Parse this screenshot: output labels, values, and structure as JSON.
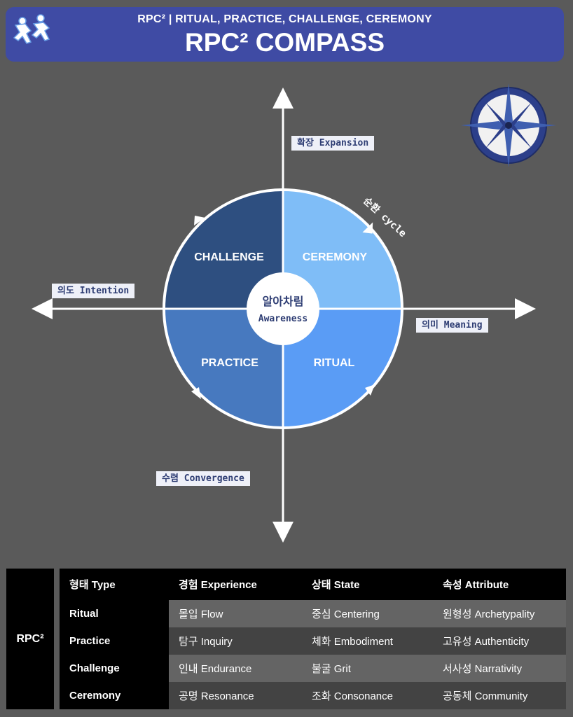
{
  "header": {
    "subtitle": "RPC² | RITUAL, PRACTICE, CHALLENGE, CEREMONY",
    "title": "RPC² COMPASS"
  },
  "colors": {
    "header_bg": "#3f4ba4",
    "background": "#5a5a5a",
    "challenge": "#2e4f80",
    "ceremony": "#7fbdf7",
    "practice": "#4779bf",
    "ritual": "#5a9cf5"
  },
  "axes": {
    "top": "확장 Expansion",
    "bottom": "수렴 Convergence",
    "left": "의도 Intention",
    "right": "의미 Meaning",
    "cycle": "순환 cycle"
  },
  "quadrants": {
    "challenge": "CHALLENGE",
    "ceremony": "CEREMONY",
    "practice": "PRACTICE",
    "ritual": "RITUAL"
  },
  "center": {
    "line1": "알아차림",
    "line2": "Awareness"
  },
  "icons": {
    "logo": "jumping-figures-icon",
    "compass": "compass-rose-icon"
  },
  "table": {
    "label": "RPC²",
    "headers": [
      "형태 Type",
      "경험 Experience",
      "상태 State",
      "속성 Attribute"
    ],
    "rows": [
      [
        "Ritual",
        "몰입 Flow",
        "중심 Centering",
        "원형성 Archetypality"
      ],
      [
        "Practice",
        "탐구 Inquiry",
        "체화 Embodiment",
        "고유성 Authenticity"
      ],
      [
        "Challenge",
        "인내 Endurance",
        "불굴 Grit",
        "서사성 Narrativity"
      ],
      [
        "Ceremony",
        "공명 Resonance",
        "조화 Consonance",
        "공동체 Community"
      ]
    ]
  }
}
